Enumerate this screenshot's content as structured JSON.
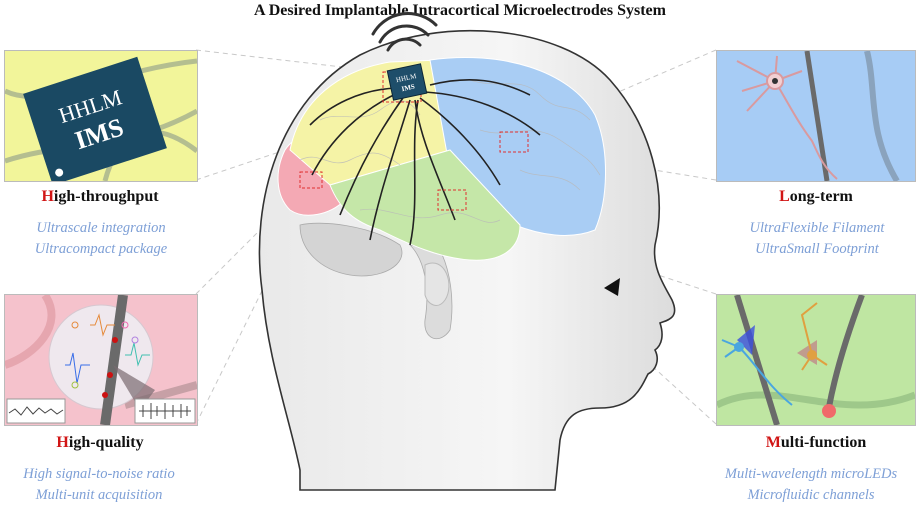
{
  "title": "A Desired Implantable Intracortical Microelectrodes System",
  "chip": {
    "line1": "HHLM",
    "line2": "IMS"
  },
  "features": [
    {
      "first_letter": "H",
      "rest": "igh-throughput",
      "lines": [
        "Ultrascale integration",
        "Ultracompact package"
      ]
    },
    {
      "first_letter": "L",
      "rest": "ong-term",
      "lines": [
        "UltraFlexible Filament",
        "UltraSmall Footprint"
      ]
    },
    {
      "first_letter": "H",
      "rest": "igh-quality",
      "lines": [
        "High signal-to-noise ratio",
        "Multi-unit acquisition"
      ]
    },
    {
      "first_letter": "M",
      "rest": "ulti-function",
      "lines": [
        "Multi-wavelength microLEDs",
        "Microfluidic channels"
      ]
    }
  ],
  "colors": {
    "title_accent": "#d11515",
    "subtitle": "#7d9fd6",
    "frontal_lobe": "#f5f3a6",
    "parietal_lobe": "#a9cdf4",
    "temporal_lobe": "#c5e7a8",
    "prefrontal": "#f4a9b4"
  },
  "icons": [
    "wireless-icon",
    "chip-icon",
    "eye-icon",
    "neuron-icon",
    "microled-icon"
  ]
}
